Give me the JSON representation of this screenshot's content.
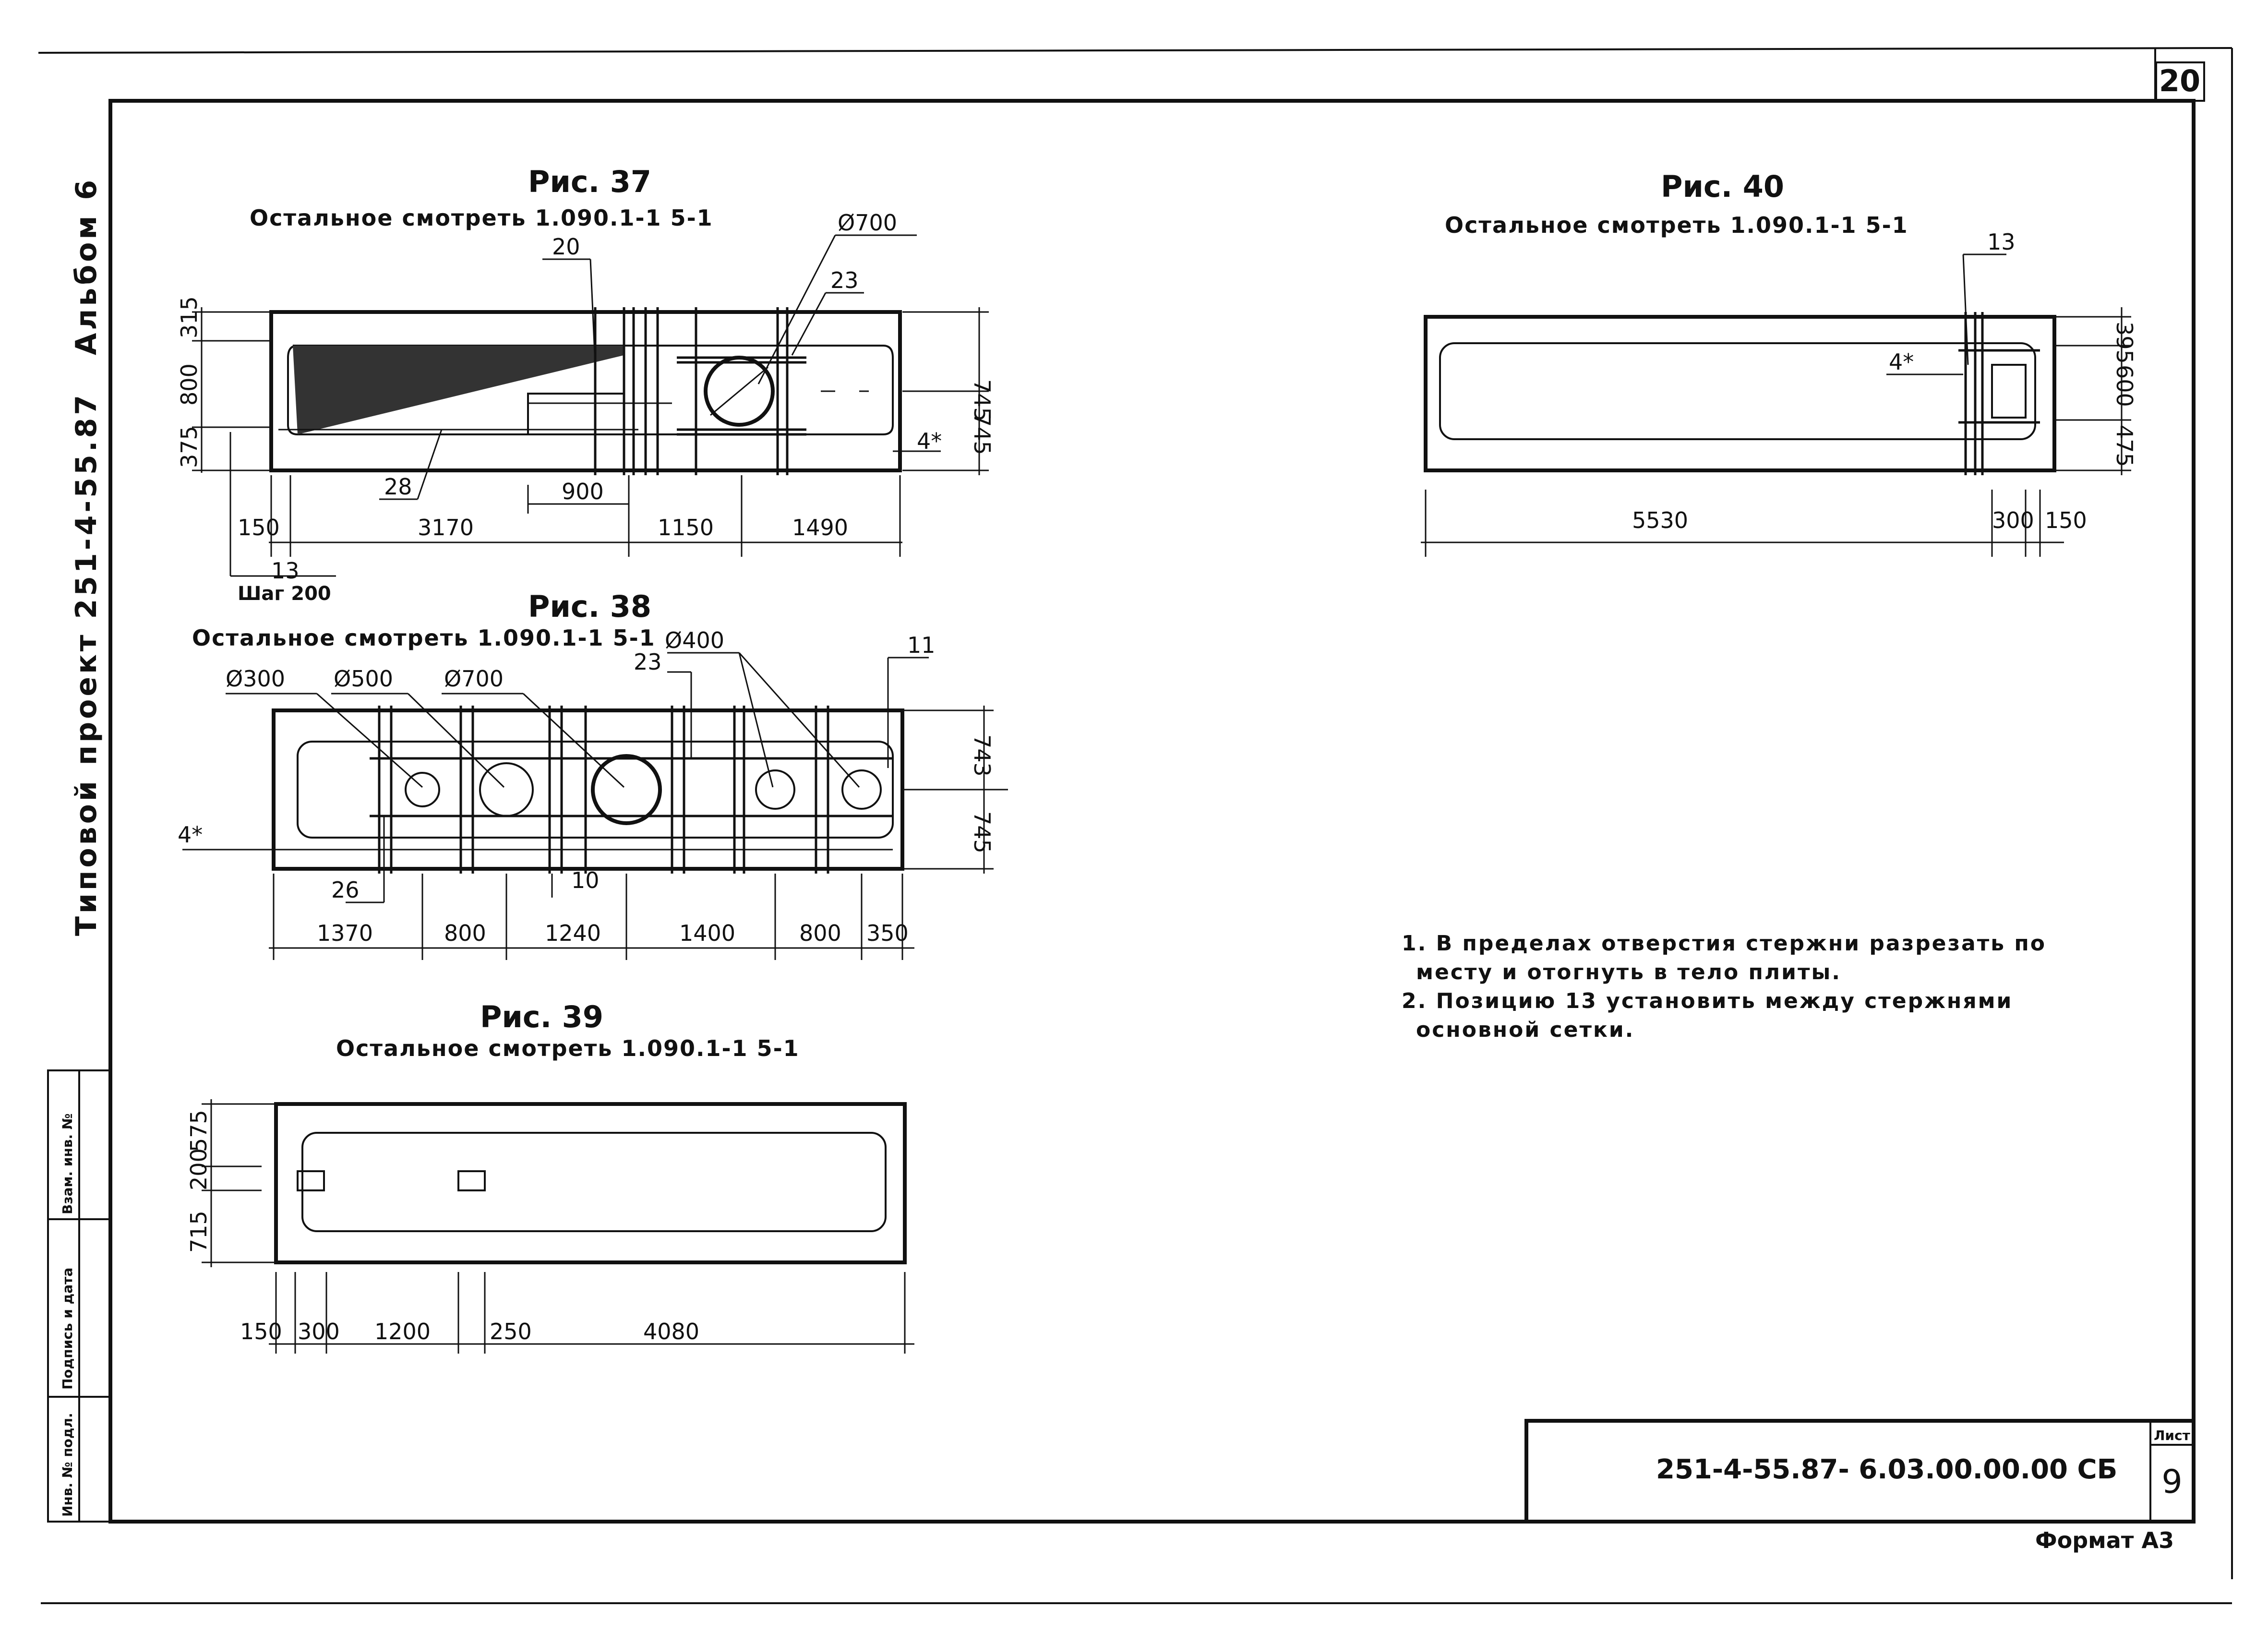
{
  "sheet": {
    "page_number": "20",
    "side_title": {
      "album": "Альбом 6",
      "project": "Типовой проект 251-4-55.87"
    },
    "stamps": [
      "Инв. № подл.",
      "Подпись и дата",
      "Взам. инв. №"
    ],
    "title_block": {
      "designation": "251-4-55.87- 6.03.00.00.00 СБ",
      "sheet_label": "Лист",
      "sheet_number": "9"
    },
    "format": "Формат А3"
  },
  "fig37": {
    "title": "Рис. 37",
    "subtitle": "Остальное смотреть 1.090.1-1 5-1",
    "pos_20": "20",
    "pos_23": "23",
    "pos_28": "28",
    "pos_4": "4*",
    "dia": "Ø700",
    "left_dims": [
      "315",
      "800",
      "375"
    ],
    "right_dims": [
      "745",
      "745"
    ],
    "d900": "900",
    "bottom_dims": [
      "150",
      "3170",
      "1150",
      "1490"
    ],
    "d13": "13",
    "step": "Шаг 200"
  },
  "fig38": {
    "title": "Рис. 38",
    "subtitle": "Остальное смотреть 1.090.1-1 5-1",
    "dias": [
      "Ø300",
      "Ø500",
      "Ø700",
      "Ø400"
    ],
    "pos_23": "23",
    "pos_11": "11",
    "pos_4": "4*",
    "pos_26": "26",
    "pos_10": "10",
    "right_dims": [
      "743",
      "745"
    ],
    "bottom_dims": [
      "1370",
      "800",
      "1240",
      "1400",
      "800",
      "350"
    ]
  },
  "fig39": {
    "title": "Рис. 39",
    "subtitle": "Остальное смотреть 1.090.1-1 5-1",
    "left_dims": [
      "575",
      "200",
      "715"
    ],
    "bottom_dims": [
      "150",
      "300",
      "1200",
      "250",
      "4080"
    ]
  },
  "fig40": {
    "title": "Рис. 40",
    "subtitle": "Остальное смотреть 1.090.1-1 5-1",
    "pos_13": "13",
    "pos_4": "4*",
    "right_dims": [
      "395",
      "600",
      "475"
    ],
    "bottom_dims": [
      "5530",
      "300",
      "150"
    ]
  },
  "notes": [
    "1. В пределах отверстия стержни разрезать по",
    "местy и отогнуть в тело плиты.",
    "2. Позицию 13 установить между стержнями",
    "основной сетки."
  ]
}
